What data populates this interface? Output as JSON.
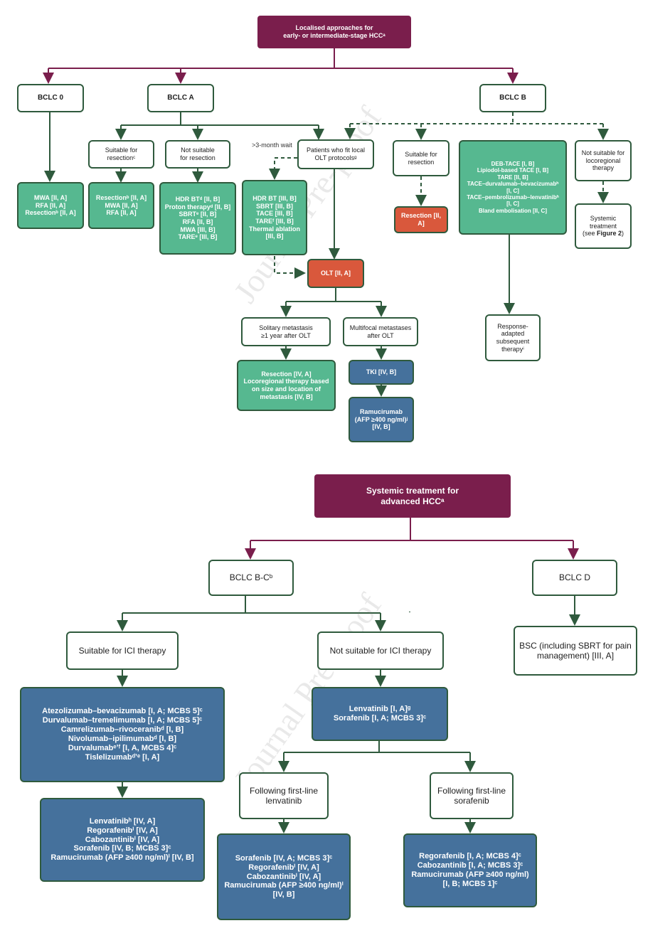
{
  "top": {
    "header": [
      "Localised approaches for",
      "early- or intermediate-stage HCCᵃ"
    ],
    "bclc0": {
      "label": "BCLC 0",
      "treatments": [
        "MWA [II, A]",
        "RFA [II, A]",
        "Resectionᵇ [II, A]"
      ]
    },
    "bclcA": {
      "label": "BCLC A",
      "suitable": {
        "label": [
          "Suitable for",
          "resectionᶜ"
        ],
        "treatments": [
          "Resectionᵇ [II, A]",
          "MWA [II, A]",
          "RFA [II, A]"
        ]
      },
      "not_suitable": {
        "label": [
          "Not suitable",
          "for resection"
        ],
        "treatments": [
          "HDR BTᵈ [II, B]",
          "Proton therapyᵈ [II, B]",
          "SBRTᵉ [II, B]",
          "RFA [II, B]",
          "MWA [III, B]",
          "TAREᵉ [III, B]"
        ]
      },
      "olt_fit": {
        "label": [
          "Patients who fit local",
          "OLT protocolsᵍ"
        ]
      },
      "wait_label": ">3-month wait",
      "bridge": [
        "HDR BT [III, B]",
        "SBRT [III, B]",
        "TACE [III, B]",
        "TAREᶠ [III, B]",
        "Thermal ablation",
        "[III, B]"
      ],
      "olt": "OLT [II, A]",
      "solitary": {
        "label": [
          "Solitary metastasis",
          "≥1 year after OLT"
        ],
        "treatments": [
          "Resection [IV, A]",
          "Locoregional therapy based",
          "on size and location of",
          "metastasis [IV, B]"
        ]
      },
      "multifocal": {
        "label": [
          "Multifocal metastases",
          "after OLT"
        ],
        "tki": "TKI [IV, B]",
        "ramucirumab": [
          "Ramucirumab",
          "(AFP ≥400 ng/ml)ʲ",
          "[IV, B]"
        ]
      }
    },
    "bclcB": {
      "label": "BCLC B",
      "suitable": {
        "label": [
          "Suitable for",
          "resection"
        ],
        "treatment": "Resection [II, A]"
      },
      "tace": [
        "DEB-TACE [I, B]",
        "Lipiodol-based TACE [I, B]",
        "TARE [II, B]",
        "TACE–durvalumab–bevacizumabʰ",
        "[I, C]",
        "TACE–pembrolizumab–lenvatinibʰ",
        "[I, C]",
        "Bland embolisation [II, C]"
      ],
      "response": [
        "Response-",
        "adapted",
        "subsequent",
        "therapyⁱ"
      ],
      "not_suitable": {
        "label": [
          "Not suitable for",
          "locoregional",
          "therapy"
        ],
        "systemic": [
          "Systemic",
          "treatment",
          "(see ",
          "Figure 2",
          ")"
        ]
      }
    }
  },
  "bottom": {
    "header": [
      "Systemic treatment for",
      "advanced HCCᵃ"
    ],
    "bclcBC": {
      "label": "BCLC B-Cᵇ"
    },
    "bclcD": {
      "label": "BCLC D",
      "treatment": [
        "BSC (including SBRT for pain",
        "management) [III, A]"
      ]
    },
    "ici": {
      "label": "Suitable for ICI therapy",
      "first_line": [
        "Atezolizumab–bevacizumab [I, A; MCBS 5]ᶜ",
        "Durvalumab–tremelimumab [I, A; MCBS 5]ᶜ",
        "Camrelizumab–rivoceranibᵈ [I, B]",
        "Nivolumab–ipilimumabᵈ [I, B]",
        "Durvalumabᵉʼᶠ [I, A, MCBS 4]ᶜ",
        "Tislelizumabᵈʼᵉ [I, A]"
      ],
      "second_line": [
        "Lenvatinibʰ [IV, A]",
        "Regorafenibⁱ [IV, A]",
        "Cabozantinibⁱ [IV, A]",
        "Sorafenib [IV, B; MCBS 3]ᶜ",
        "Ramucirumab (AFP ≥400 ng/ml)ⁱ [IV, B]"
      ]
    },
    "non_ici": {
      "label": "Not suitable for ICI therapy",
      "first_line": [
        "Lenvatinib [I, A]ᵍ",
        "Sorafenib [I, A; MCBS 3]ᶜ"
      ],
      "after_lenvatinib": {
        "label": [
          "Following first-line",
          "lenvatinib"
        ],
        "treatments": [
          "Sorafenib [IV, A; MCBS 3]ᶜ",
          "Regorafenibⁱ [IV, A]",
          "Cabozantinibⁱ [IV, A]",
          "Ramucirumab (AFP ≥400 ng/ml)ⁱ",
          "[IV, B]"
        ]
      },
      "after_sorafenib": {
        "label": [
          "Following first-line",
          "sorafenib"
        ],
        "treatments": [
          "Regorafenib [I, A; MCBS 4]ᶜ",
          "Cabozantinib [I, A; MCBS 3]ᶜ",
          "Ramucirumab (AFP ≥400 ng/ml)",
          "[I, B; MCBS 1]ᶜ"
        ]
      }
    }
  },
  "watermarks": [
    "Journal Pre-proof",
    "Journal Pre-proof"
  ],
  "colors": {
    "maroon": "#7a1e4c",
    "green": "#56b890",
    "orange": "#d9583c",
    "blue": "#45719c",
    "line": "#2f5a3d"
  }
}
